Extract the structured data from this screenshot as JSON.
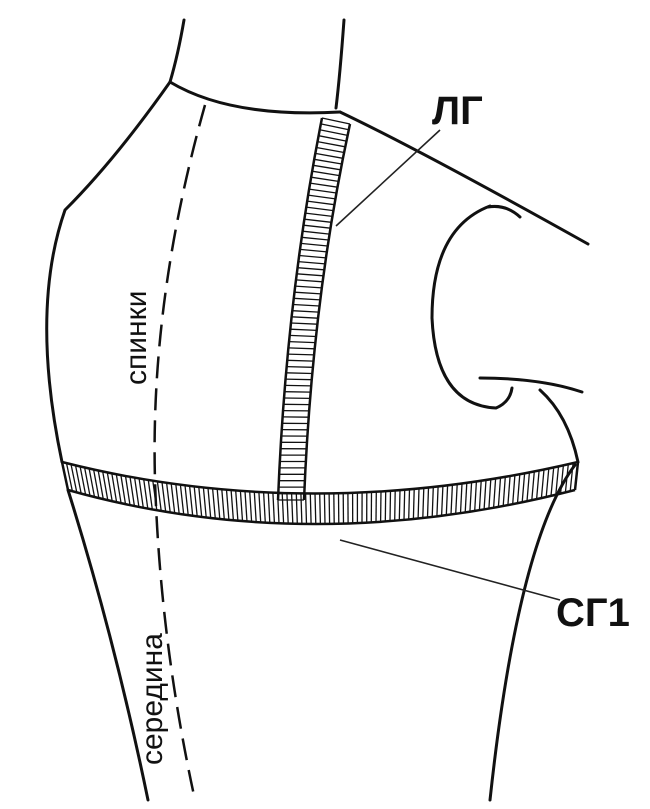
{
  "labels": {
    "lg": "ЛГ",
    "sg1": "СГ1",
    "back_word": "спинки",
    "middle_word": "середина"
  },
  "colors": {
    "ink": "#111111",
    "paper": "#ffffff"
  }
}
